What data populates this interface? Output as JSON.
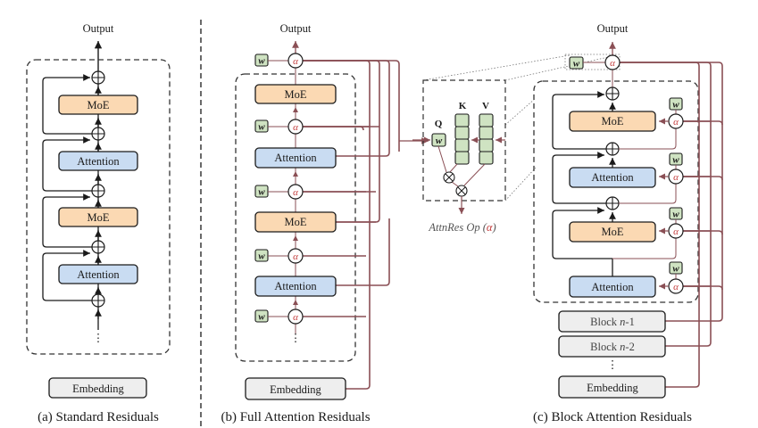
{
  "colors": {
    "moe_fill": "#fbd9b3",
    "attention_fill": "#c9dcf2",
    "embedding_fill": "#eeeeee",
    "w_fill": "#cfe3c2",
    "attnres_line": "#8a4f55",
    "alpha_text": "#c23a3a",
    "black_line": "#1a1a1a"
  },
  "panels": {
    "a": {
      "caption": "(a) Standard Residuals",
      "output_label": "Output",
      "blocks": [
        "MoE",
        "Attention",
        "MoE",
        "Attention"
      ],
      "embedding_label": "Embedding",
      "ellipsis": "⋮"
    },
    "b": {
      "caption": "(b) Full Attention Residuals",
      "output_label": "Output",
      "blocks": [
        "MoE",
        "Attention",
        "MoE",
        "Attention"
      ],
      "embedding_label": "Embedding",
      "w_symbol": "w",
      "alpha_symbol": "α",
      "ellipsis": "⋮"
    },
    "op": {
      "q_label": "Q",
      "k_label": "K",
      "v_label": "V",
      "w_symbol": "w",
      "caption_text": "AttnRes Op (",
      "caption_alpha": "α",
      "caption_close": ")",
      "otimes": "⊗"
    },
    "c": {
      "caption": "(c) Block Attention Residuals",
      "output_label": "Output",
      "blocks": [
        "MoE",
        "Attention",
        "MoE",
        "Attention"
      ],
      "prev_blocks": [
        "Block n-1",
        "Block n-2"
      ],
      "prev_block_prefix": "Block ",
      "prev_block_var": "n",
      "prev_block_suffixes": [
        "-1",
        "-2"
      ],
      "embedding_label": "Embedding",
      "w_symbol": "w",
      "alpha_symbol": "α",
      "ellipsis": "⋮"
    }
  }
}
